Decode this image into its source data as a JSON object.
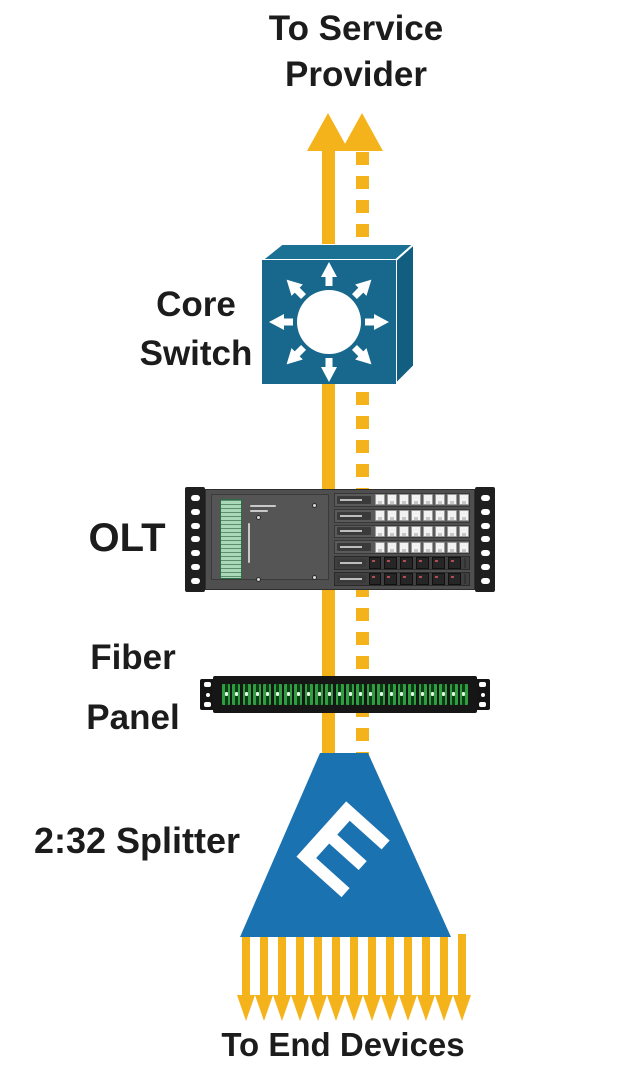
{
  "diagram": {
    "top_label_lines": [
      "To Service",
      "Provider"
    ],
    "bottom_label": "To End Devices",
    "labels": {
      "core_switch_line1": "Core",
      "core_switch_line2": "Switch",
      "olt": "OLT",
      "fiber_panel_line1": "Fiber",
      "fiber_panel_line2": "Panel",
      "splitter": "2:32 Splitter"
    },
    "splitter_letter": "E",
    "colors": {
      "arrow_yellow": "#F5B31B",
      "switch_front": "#17688C",
      "switch_top": "#1A7193",
      "switch_side": "#125E80",
      "splitter_blue": "#1B72B0",
      "text": "#1c1c1c",
      "fiber_port_green": "#2f9e41"
    },
    "uplink": {
      "solid_arrow": "upstream-solid",
      "dashed_arrow": "upstream-dashed"
    },
    "core_switch_icon": {
      "radiating_arrow_count": 8
    },
    "olt_device": {
      "ear_holes": 7,
      "port_rows": 4,
      "ports_per_row": 8,
      "sfp_rows": 2,
      "sfp_per_row": 6
    },
    "fiber_panel": {
      "port_count": 24
    },
    "fanout": {
      "arrow_count": 13
    }
  }
}
